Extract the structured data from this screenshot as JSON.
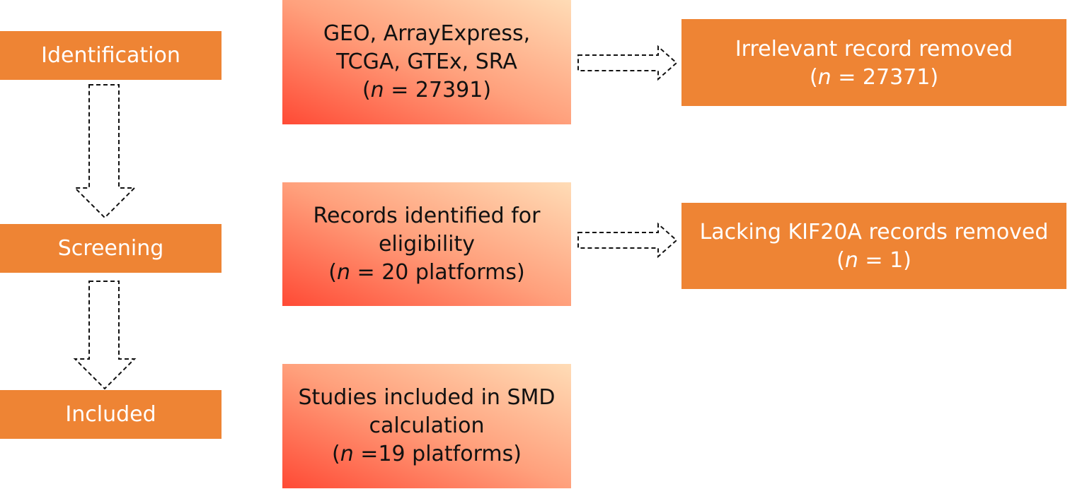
{
  "stages": {
    "identification": "Identification",
    "screening": "Screening",
    "included": "Included"
  },
  "main_boxes": {
    "identification": {
      "line1": "GEO, ArrayExpress,",
      "line2": "TCGA, GTEx, SRA",
      "n_symbol": "n",
      "n_value": " = 27391)"
    },
    "screening": {
      "line1": "Records identified for",
      "line2": "eligibility",
      "n_symbol": "n",
      "n_value": " = 20 platforms)"
    },
    "included": {
      "line1": "Studies included in SMD",
      "line2": "calculation",
      "n_symbol": "n",
      "n_value": " =19 platforms)"
    }
  },
  "excluded_boxes": {
    "irrelevant": {
      "line1": "Irrelevant record removed",
      "n_symbol": "n",
      "n_value": " = 27371)"
    },
    "lacking": {
      "line1": "Lacking KIF20A records removed",
      "n_symbol": "n",
      "n_value": " = 1)"
    }
  },
  "colors": {
    "stage_fill": "#ee8434",
    "gradient_low": "#ff4a35",
    "gradient_high": "#ffdcb6"
  }
}
